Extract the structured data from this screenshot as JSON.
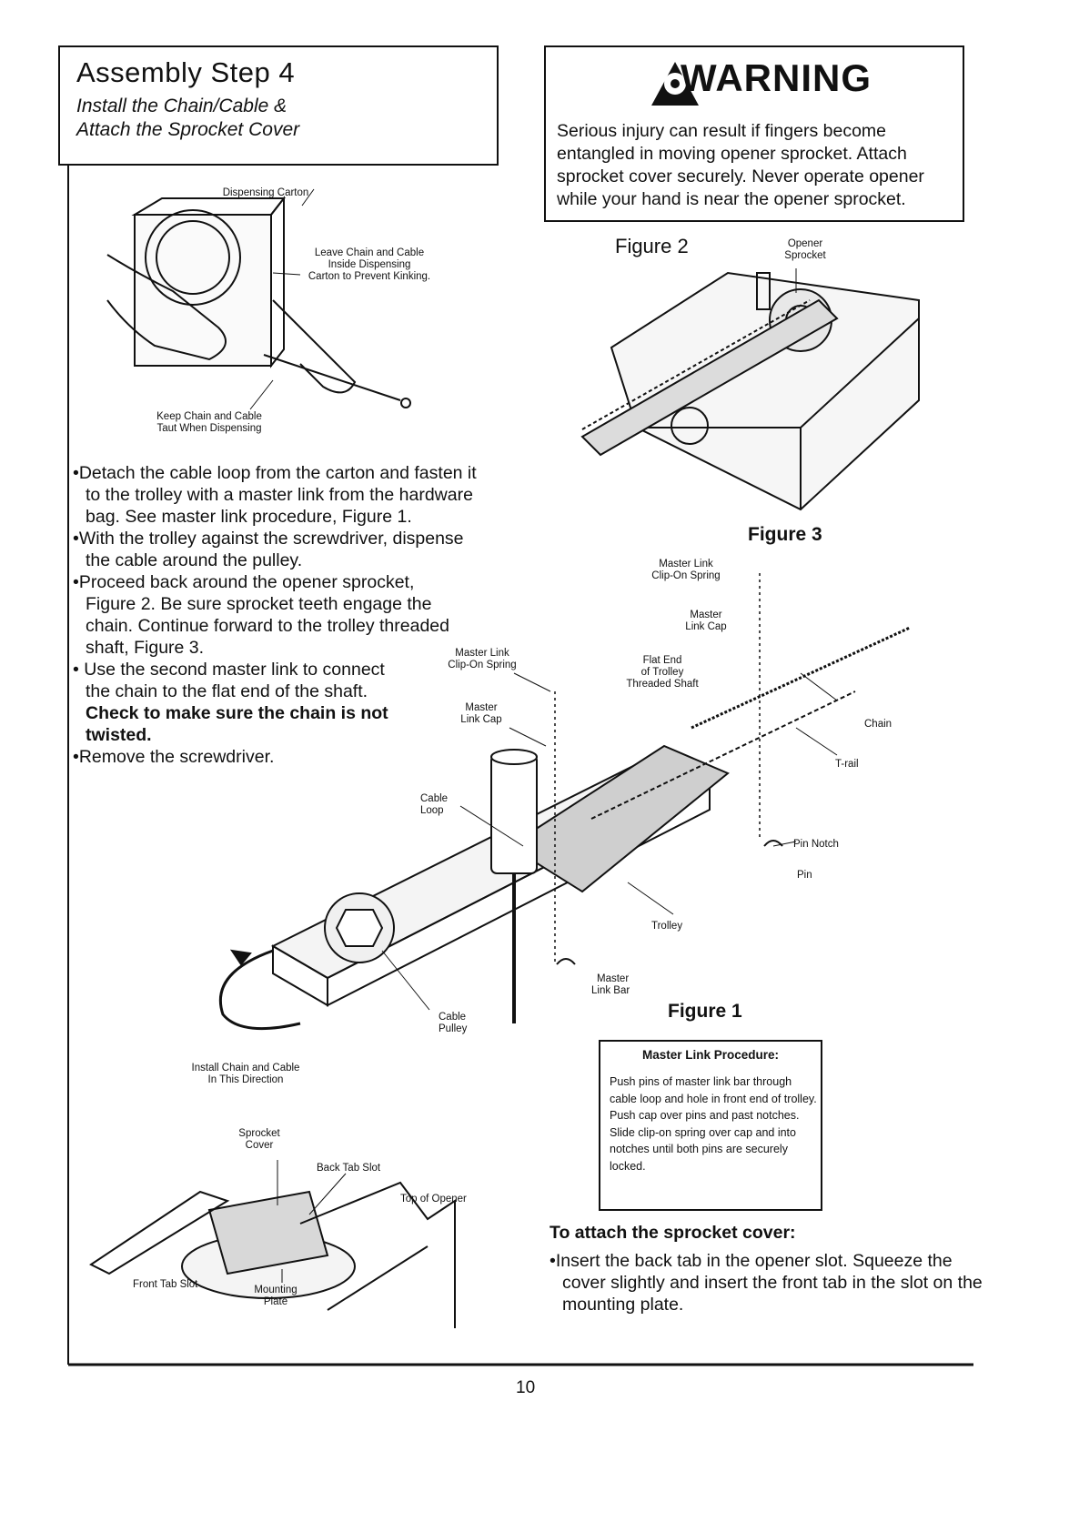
{
  "header": {
    "title": "Assembly Step 4",
    "subtitle_line1": "Install the Chain/Cable &",
    "subtitle_line2": "Attach the Sprocket Cover"
  },
  "warning": {
    "title": "WARNING",
    "text": "Serious injury can result if fingers become entangled in moving opener sprocket. Attach sprocket cover securely. Never operate opener while your hand is near the opener sprocket."
  },
  "carton_figure": {
    "dispensing_carton": "Dispensing Carton",
    "leave_inside_1": "Leave Chain and Cable",
    "leave_inside_2": "Inside Dispensing",
    "leave_inside_3": "Carton to Prevent Kinking.",
    "keep_taut_1": "Keep Chain and Cable",
    "keep_taut_2": "Taut When Dispensing"
  },
  "instructions": {
    "b1": "Detach the cable loop from the carton and fasten it to the trolley with a master link from the hardware bag. See master link procedure, Figure 1.",
    "b2": "With the trolley against the screwdriver, dispense the cable around the pulley.",
    "b3": "Proceed back around the opener sprocket, Figure 2. Be sure sprocket teeth engage the chain. Continue forward to the trolley threaded shaft, Figure 3.",
    "b4": "Use the second master link to connect the chain to the flat end of the shaft.",
    "b4_bold": "Check to make sure the chain is not twisted.",
    "b5": "Remove the screwdriver."
  },
  "figure2": {
    "title": "Figure 2",
    "opener_sprocket_1": "Opener",
    "opener_sprocket_2": "Sprocket"
  },
  "figure3": {
    "title": "Figure 3",
    "clip_1": "Master Link",
    "clip_2": "Clip-On Spring",
    "cap_1": "Master",
    "cap_2": "Link Cap",
    "flat_1": "Flat End",
    "flat_2": "of Trolley",
    "flat_3": "Threaded Shaft",
    "chain": "Chain",
    "trail": "T-rail",
    "pin_notch": "Pin Notch",
    "pin": "Pin"
  },
  "figure1": {
    "title": "Figure 1",
    "clip_1": "Master Link",
    "clip_2": "Clip-On Spring",
    "cap_1": "Master",
    "cap_2": "Link Cap",
    "cable_loop_1": "Cable",
    "cable_loop_2": "Loop",
    "trolley": "Trolley",
    "bar_1": "Master",
    "bar_2": "Link Bar",
    "pulley_1": "Cable",
    "pulley_2": "Pulley",
    "direction_1": "Install Chain and Cable",
    "direction_2": "In This Direction"
  },
  "procedure": {
    "title": "Master Link Procedure:",
    "text": "Push pins of master link bar through cable loop and hole in front end of trolley. Push cap over pins and past notches. Slide clip-on spring over cap and into notches until both pins are securely locked."
  },
  "cover_figure": {
    "sprocket_cover_1": "Sprocket",
    "sprocket_cover_2": "Cover",
    "back_tab": "Back Tab Slot",
    "top_opener": "Top of Opener",
    "front_tab": "Front Tab Slot",
    "mounting_1": "Mounting",
    "mounting_2": "Plate"
  },
  "sprocket_cover": {
    "heading": "To attach the sprocket cover:",
    "text": "Insert the back tab in the opener slot. Squeeze the cover slightly and insert the front tab in the slot on the mounting plate."
  },
  "page_number": "10"
}
